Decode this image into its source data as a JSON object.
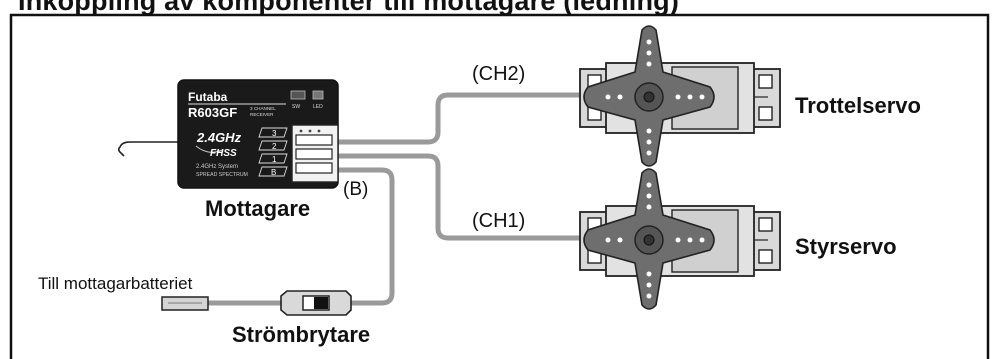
{
  "title": "Inkoppling av komponenter till mottagare (ledning)",
  "labels": {
    "receiver": "Mottagare",
    "battery_port": "(B)",
    "ch2": "(CH2)",
    "ch1": "(CH1)",
    "throttle_servo": "Trottelservo",
    "steering_servo": "Styrservo",
    "battery": "Till mottagarbatteriet",
    "switch": "Strömbrytare"
  },
  "receiver_face": {
    "brand": "Futaba",
    "model": "R603GF",
    "channel_text_1": "3 CHANNEL",
    "channel_text_2": "RECEIVER",
    "sw": "SW",
    "led": "LED",
    "band": "2.4GHz",
    "mode": "FHSS",
    "system": "2.4GHz System",
    "spread": "SPREAD SPECTRUM",
    "ports": [
      "3",
      "2",
      "1",
      "B"
    ]
  },
  "colors": {
    "cable": "#9a9a9a",
    "receiver_body": "#1a1a1a",
    "servo_body": "#d9d9d9",
    "servo_horn": "#6e6e6e"
  }
}
